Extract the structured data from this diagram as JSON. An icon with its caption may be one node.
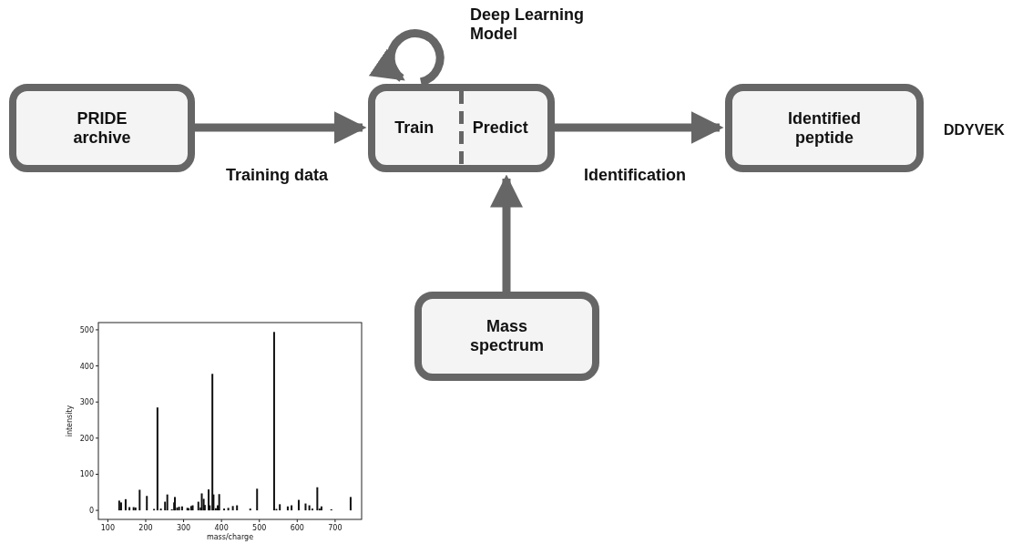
{
  "diagram": {
    "nodes": [
      {
        "text": [
          "PRIDE archive"
        ]
      },
      {
        "text": [
          "Train",
          "Predict"
        ],
        "beside": [
          "Deep Learning Model"
        ]
      },
      {
        "text": [
          "Identified peptide"
        ],
        "beside": [
          "DDYVEK"
        ]
      },
      {
        "text": [
          "Mass spectrum"
        ]
      }
    ],
    "edges": [
      {
        "from": 0,
        "to": 1,
        "arrow": "to",
        "label": "Training data"
      },
      {
        "from": 1,
        "to": 1,
        "arrow": "to"
      },
      {
        "from": 1,
        "to": 2,
        "arrow": "to",
        "label": "Identification"
      },
      {
        "from": 3,
        "to": 1,
        "arrow": "to"
      }
    ],
    "chart_data": {
      "type": "bar",
      "xlabel": "mass/charge",
      "ylabel": "intensity",
      "x": [
        130,
        135,
        147,
        157,
        168,
        173,
        184,
        203,
        222,
        231,
        240,
        251,
        257,
        269,
        275,
        277,
        283,
        288,
        296,
        310,
        313,
        320,
        324,
        339,
        345,
        348,
        353,
        356,
        366,
        369,
        376,
        379,
        385,
        390,
        394,
        407,
        418,
        430,
        441,
        476,
        494,
        539,
        545,
        554,
        575,
        585,
        604,
        622,
        632,
        640,
        653,
        659,
        664,
        690,
        741
      ],
      "series": [
        {
          "values": [
            27,
            22,
            31,
            9,
            9,
            8,
            57,
            40,
            4,
            285,
            5,
            24,
            44,
            3,
            22,
            37,
            8,
            10,
            11,
            7,
            6,
            12,
            14,
            24,
            8,
            47,
            32,
            15,
            58,
            14,
            378,
            44,
            6,
            14,
            45,
            5,
            7,
            12,
            14,
            5,
            60,
            494,
            4,
            17,
            11,
            14,
            29,
            19,
            14,
            5,
            64,
            5,
            11,
            3,
            37
          ]
        }
      ],
      "xlim": [
        75,
        770
      ],
      "ylim": [
        -25,
        520
      ],
      "xticks": [
        100,
        200,
        300,
        400,
        500,
        600,
        700
      ],
      "yticks": [
        0,
        100,
        200,
        300,
        400,
        500
      ]
    }
  }
}
